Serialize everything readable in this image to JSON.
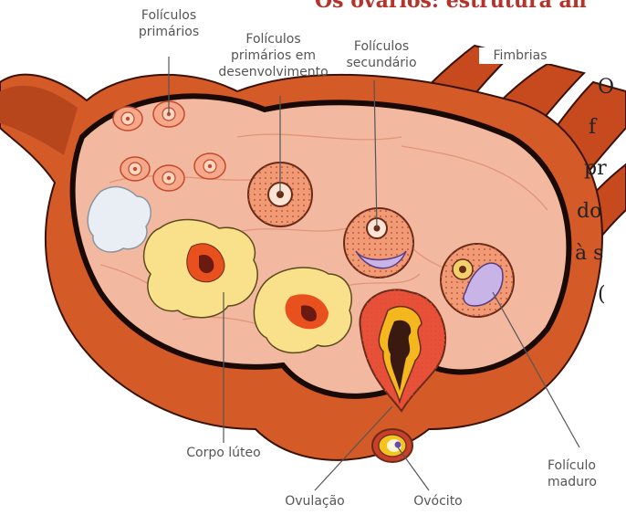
{
  "title": "Os ovários: estrutura an",
  "labels": {
    "primarios": "Folículos\nprimários",
    "em_desenvolvimento": "Folículos\nprimários em\ndesenvolvimento",
    "secundario": "Folículos\nsecundário",
    "fimbrias": "Fimbrias",
    "corpo_luteo": "Corpo lúteo",
    "foliculo_maduro": "Folículo\nmaduro",
    "ovulacao": "Ovulação",
    "ovocito": "Ovócito"
  },
  "side_text": [
    "O",
    "f",
    "pr",
    "do",
    "à s",
    "("
  ]
}
